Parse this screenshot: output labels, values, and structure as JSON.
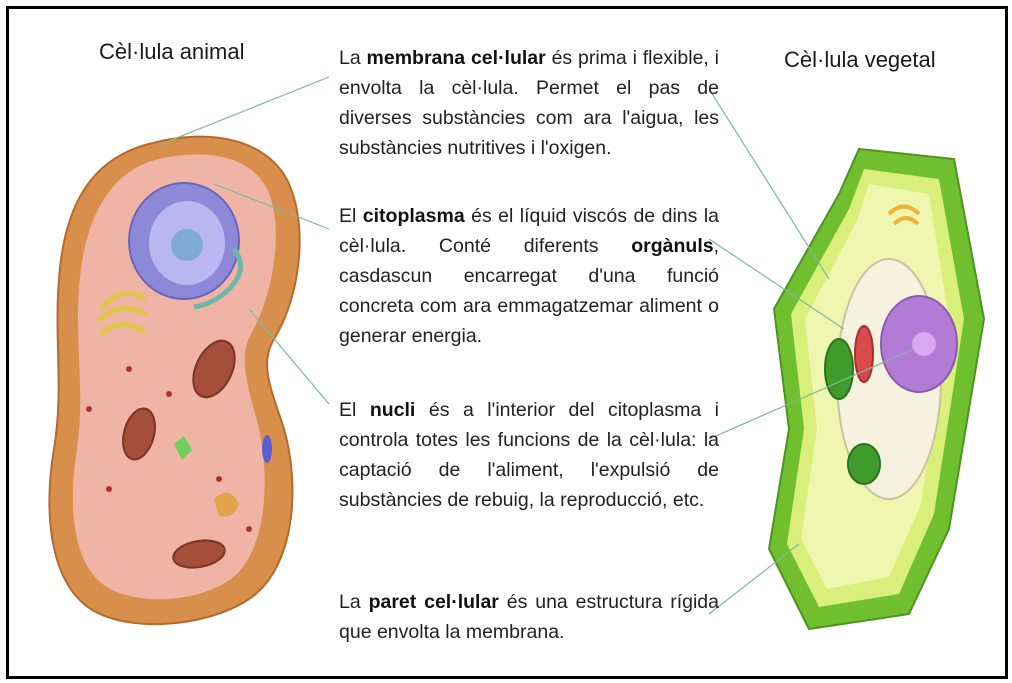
{
  "titles": {
    "animal": "Cèl·lula animal",
    "vegetal": "Cèl·lula vegetal"
  },
  "paragraphs": [
    {
      "before": "La ",
      "term": "membrana cel·lular",
      "after": " és prima i flexible, i envolta la cèl·lula. Permet el pas de diverses substàncies com ara l'aigua, les substàncies nutritives i l'oxigen."
    },
    {
      "before": "El ",
      "term": "citoplasma",
      "after": " és el líquid viscós de dins la cèl·lula. Conté diferents ",
      "term2": "orgànuls",
      "after2": ", casdascun encarregat d'una funció concreta com ara emmagatzemar aliment o generar energia."
    },
    {
      "before": "El ",
      "term": "nucli",
      "after": " és a l'interior del citoplasma i controla totes les funcions de la cèl·lula: la captació de l'aliment, l'expulsió de substàncies de rebuig, la reproducció, etc."
    },
    {
      "before": "La ",
      "term": "paret cel·lular",
      "after": " és una estructura rígida que envolta la membrana."
    }
  ]
}
